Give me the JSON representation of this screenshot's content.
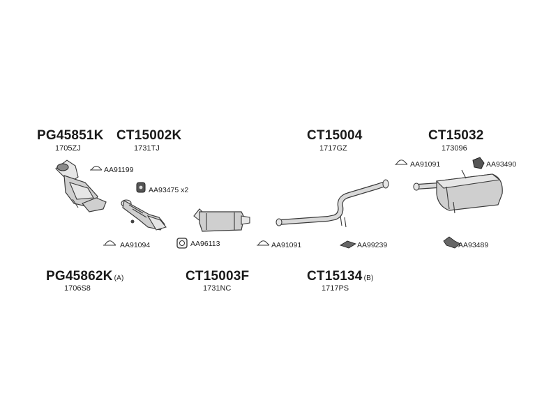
{
  "parts": {
    "pg45851k": {
      "code": "PG45851K",
      "ref": "1705ZJ"
    },
    "ct15002k": {
      "code": "CT15002K",
      "ref": "1731TJ"
    },
    "ct15004": {
      "code": "CT15004",
      "ref": "1717GZ"
    },
    "ct15032": {
      "code": "CT15032",
      "ref": "173096"
    },
    "pg45862k": {
      "code": "PG45862K",
      "suffix": "(A)",
      "ref": "1706S8"
    },
    "ct15003f": {
      "code": "CT15003F",
      "ref": "1731NC"
    },
    "ct15134": {
      "code": "CT15134",
      "suffix": "(B)",
      "ref": "1717PS"
    }
  },
  "accessories": {
    "aa91199": "AA91199",
    "aa93475": "AA93475 x2",
    "aa91094": "AA91094",
    "aa96113": "AA96113",
    "aa91091_mid": "AA91091",
    "aa99239": "AA99239",
    "aa91091_right": "AA91091",
    "aa93490": "AA93490",
    "aa93489": "AA93489"
  },
  "colors": {
    "text": "#1a1a1a",
    "part_fill": "#cfcfcf",
    "part_stroke": "#3a3a3a",
    "background": "#ffffff"
  }
}
